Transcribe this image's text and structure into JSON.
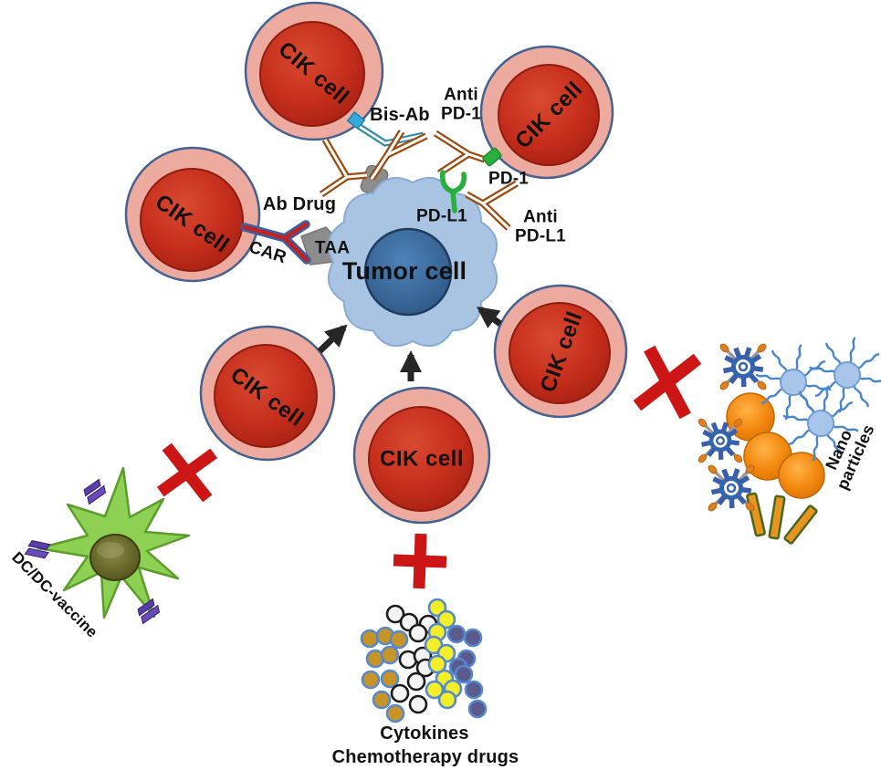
{
  "diagram": {
    "labels": {
      "cik_cell": "CIK cell",
      "tumor_cell": "Tumor cell",
      "bis_ab": "Bis-Ab",
      "anti_pd1": "Anti\nPD-1",
      "pd1": "PD-1",
      "pdl1": "PD-L1",
      "anti_pdl1": "Anti\nPD-L1",
      "ab_drug": "Ab Drug",
      "car": "CAR",
      "taa": "TAA",
      "dc_vaccine": "DC/DC-vaccine",
      "nano_particles": "Nano particles",
      "cytokines": "Cytokines",
      "chemotherapy": "Chemotherapy drugs"
    },
    "colors": {
      "cik_outer": "#edaba0",
      "cik_inner": "#c02a19",
      "cik_border": "#44618f",
      "tumor_body": "#a9c3e2",
      "tumor_nucleus": "#3c6fa8",
      "antibody_brown": "#9c4a10",
      "receptor_green": "#28b03c",
      "bis_ab_teal": "#2e8ba6",
      "receptor_gray": "#8c8c8c",
      "car_red": "#c42222",
      "prohibit_red": "#cc1515",
      "dc_green": "#8ed054",
      "nano_orange": "#f08a1e",
      "nano_blue": "#a8c6ea"
    },
    "cytokines": {
      "palette": {
        "g": {
          "fill": "#c79427",
          "stroke": "#5588cc"
        },
        "w": {
          "fill": "#f4f4f4",
          "stroke": "#1a1a1a"
        },
        "y": {
          "fill": "#f2ee2a",
          "stroke": "#5588cc"
        },
        "n": {
          "fill": "#5a5a8c",
          "stroke": "#5588cc"
        }
      },
      "dots": [
        [
          405,
          700,
          "g"
        ],
        [
          422,
          697,
          "g"
        ],
        [
          437,
          701,
          "g"
        ],
        [
          411,
          722,
          "g"
        ],
        [
          427,
          718,
          "g"
        ],
        [
          406,
          745,
          "g"
        ],
        [
          427,
          744,
          "g"
        ],
        [
          418,
          767,
          "g"
        ],
        [
          433,
          782,
          "g"
        ],
        [
          433,
          673,
          "w"
        ],
        [
          448,
          682,
          "w"
        ],
        [
          469,
          684,
          "w"
        ],
        [
          458,
          694,
          "w"
        ],
        [
          447,
          723,
          "w"
        ],
        [
          463,
          719,
          "w"
        ],
        [
          466,
          732,
          "w"
        ],
        [
          456,
          747,
          "w"
        ],
        [
          438,
          760,
          "w"
        ],
        [
          458,
          772,
          "w"
        ],
        [
          479,
          666,
          "y"
        ],
        [
          489,
          679,
          "y"
        ],
        [
          479,
          693,
          "y"
        ],
        [
          475,
          707,
          "y"
        ],
        [
          489,
          716,
          "y"
        ],
        [
          479,
          728,
          "y"
        ],
        [
          487,
          744,
          "y"
        ],
        [
          476,
          756,
          "y"
        ],
        [
          496,
          755,
          "y"
        ],
        [
          490,
          767,
          "y"
        ],
        [
          500,
          695,
          "n"
        ],
        [
          518,
          699,
          "n"
        ],
        [
          511,
          722,
          "n"
        ],
        [
          502,
          731,
          "n"
        ],
        [
          508,
          739,
          "n"
        ],
        [
          519,
          756,
          "n"
        ],
        [
          523,
          777,
          "n"
        ]
      ]
    }
  }
}
